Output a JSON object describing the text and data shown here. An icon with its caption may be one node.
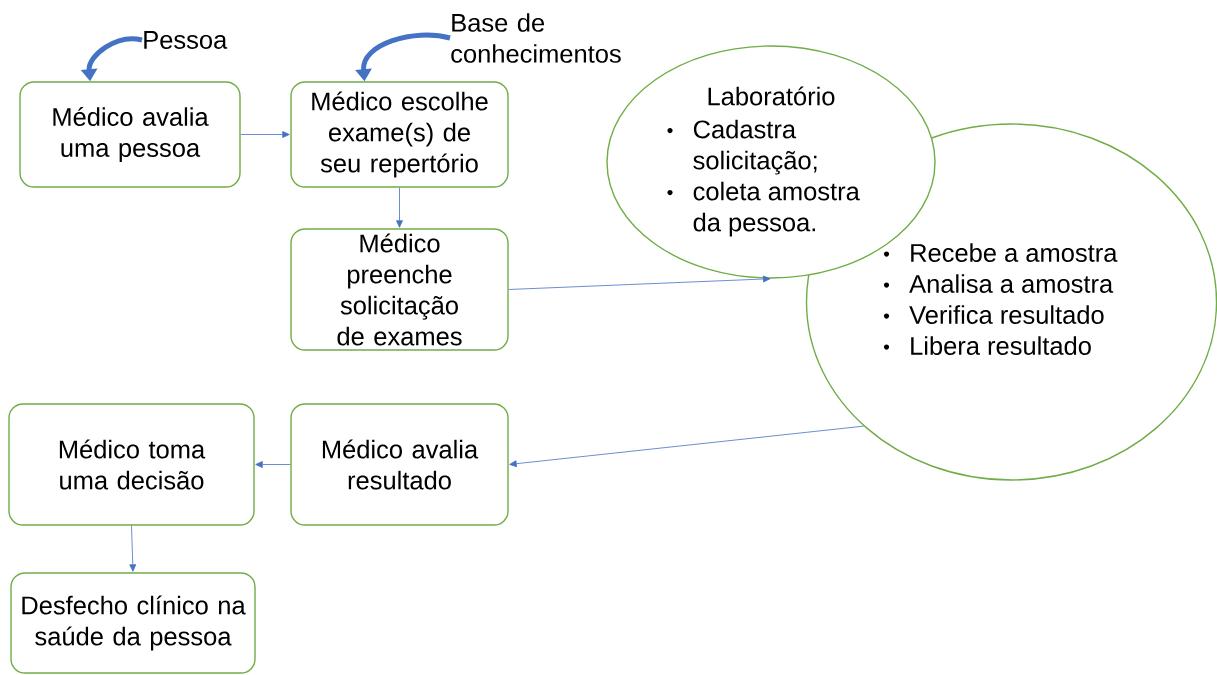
{
  "diagram": {
    "nodes": [
      {
        "text": [
          "Pessoa"
        ]
      },
      {
        "text": [
          "Base de conhecimentos"
        ]
      },
      {
        "text": [
          "Médico avalia uma pessoa"
        ]
      },
      {
        "text": [
          "Médico escolhe exame(s) de seu repertório"
        ]
      },
      {
        "text": [
          "Laboratório",
          "Cadastra solicitação;",
          "coleta amostra da pessoa."
        ]
      },
      {
        "text": [
          "Recebe a amostra",
          "Analisa a amostra",
          "Verifica resultado",
          "Libera resultado"
        ]
      },
      {
        "text": [
          "Médico preenche solicitação de exames"
        ]
      },
      {
        "text": [
          "Médico toma uma decisão"
        ]
      },
      {
        "text": [
          "Médico avalia resultado"
        ]
      },
      {
        "text": [
          "Desfecho clínico na saúde da pessoa"
        ]
      }
    ],
    "edges": [
      {
        "from": 0,
        "to": 2,
        "arrow": "to",
        "style": "thick"
      },
      {
        "from": 1,
        "to": 3,
        "arrow": "to",
        "style": "thick"
      },
      {
        "from": 2,
        "to": 3,
        "arrow": "to"
      },
      {
        "from": 3,
        "to": 6,
        "arrow": "to"
      },
      {
        "from": 6,
        "to": 4,
        "arrow": "to"
      },
      {
        "from": 5,
        "to": 8,
        "arrow": "to"
      },
      {
        "from": 8,
        "to": 7,
        "arrow": "to"
      },
      {
        "from": 7,
        "to": 9,
        "arrow": "to"
      }
    ]
  }
}
